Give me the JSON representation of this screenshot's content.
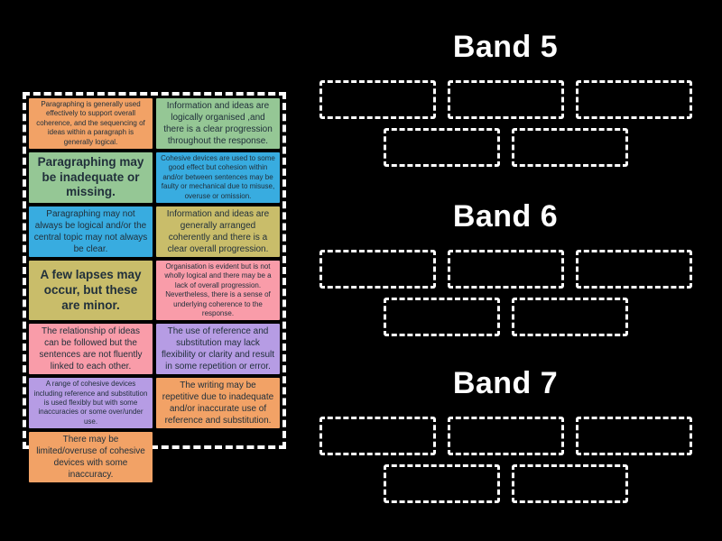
{
  "colors": {
    "background": "#000000",
    "dashed_border": "#ffffff",
    "title_text": "#ffffff",
    "card_text": "#21303b"
  },
  "groups": [
    {
      "label": "Band 5",
      "empty_slots": 5
    },
    {
      "label": "Band 6",
      "empty_slots": 5
    },
    {
      "label": "Band 7",
      "empty_slots": 5
    }
  ],
  "card_tray": {
    "columns": [
      {
        "cards": [
          {
            "text": "Paragraphing is generally used effectively to support overall coherence, and the sequencing of ideas within a paragraph is generally logical.",
            "color": "#f2a266"
          },
          {
            "text": "Paragraphing may be inadequate or missing.",
            "color": "#95c795"
          },
          {
            "text": "Paragraphing may not always be logical and/or the central topic may not always be clear.",
            "color": "#38ace0"
          },
          {
            "text": "A few lapses may occur, but these are minor.",
            "color": "#c9bd6a"
          },
          {
            "text": "The relationship of ideas can be followed but the sentences are not fluently linked to each other.",
            "color": "#f99ca9"
          },
          {
            "text": "A range of cohesive devices including reference and substitution is used flexibly but with some inaccuracies or some over/under use.",
            "color": "#b69ce4"
          },
          {
            "text": "There may be limited/overuse of cohesive devices with some inaccuracy.",
            "color": "#f2a266"
          }
        ]
      },
      {
        "cards": [
          {
            "text": "Information and ideas are logically organised ,and there is a clear progression throughout the response.",
            "color": "#95c795"
          },
          {
            "text": "Cohesive devices are used to some good effect but cohesion within and/or between sentences may be faulty or mechanical due to misuse, overuse or omission.",
            "color": "#38ace0"
          },
          {
            "text": "Information and ideas are generally arranged coherently and there is a clear overall progression.",
            "color": "#c9bd6a"
          },
          {
            "text": "Organisation is evident but is not wholly logical and there may be a lack of overall progression. Nevertheless, there is a sense of underlying coherence to the response.",
            "color": "#f99ca9"
          },
          {
            "text": "The use of reference and substitution may lack flexibility or clarity and result in some repetition or error.",
            "color": "#b69ce4"
          },
          {
            "text": "The writing may be repetitive due to inadequate and/or inaccurate use of reference and substitution.",
            "color": "#f2a266"
          }
        ]
      }
    ]
  }
}
